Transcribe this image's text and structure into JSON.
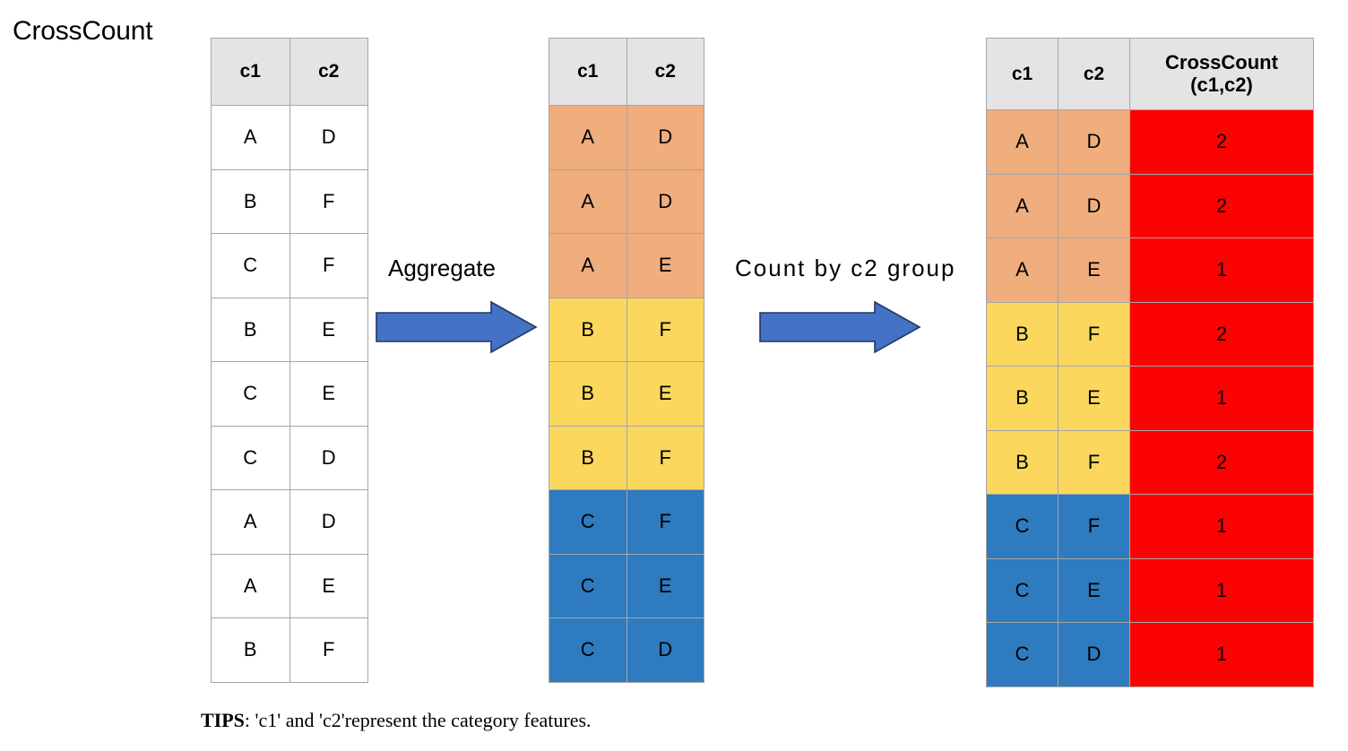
{
  "title": "CrossCount",
  "tips": {
    "label": "TIPS",
    "text": ": 'c1' and 'c2'represent the category features."
  },
  "colors": {
    "group_a": "#f0ad7d",
    "group_b": "#fcd75e",
    "group_c": "#2e7bbf",
    "count_cell": "#fb0303",
    "header": "#e4e4e4",
    "arrow": "#4472c4",
    "border": "#a6a6a6"
  },
  "arrows": [
    {
      "label": "Aggregate"
    },
    {
      "label": "Count by c2 group"
    }
  ],
  "tables": {
    "source": {
      "name": "source-table",
      "headers": [
        "c1",
        "c2"
      ],
      "rows": [
        {
          "c1": "A",
          "c2": "D"
        },
        {
          "c1": "B",
          "c2": "F"
        },
        {
          "c1": "C",
          "c2": "F"
        },
        {
          "c1": "B",
          "c2": "E"
        },
        {
          "c1": "C",
          "c2": "E"
        },
        {
          "c1": "C",
          "c2": "D"
        },
        {
          "c1": "A",
          "c2": "D"
        },
        {
          "c1": "A",
          "c2": "E"
        },
        {
          "c1": "B",
          "c2": "F"
        }
      ]
    },
    "aggregated": {
      "name": "aggregated-table",
      "headers": [
        "c1",
        "c2"
      ],
      "rows": [
        {
          "c1": "A",
          "c2": "D",
          "group": "a"
        },
        {
          "c1": "A",
          "c2": "D",
          "group": "a"
        },
        {
          "c1": "A",
          "c2": "E",
          "group": "a"
        },
        {
          "c1": "B",
          "c2": "F",
          "group": "b"
        },
        {
          "c1": "B",
          "c2": "E",
          "group": "b"
        },
        {
          "c1": "B",
          "c2": "F",
          "group": "b"
        },
        {
          "c1": "C",
          "c2": "F",
          "group": "c"
        },
        {
          "c1": "C",
          "c2": "E",
          "group": "c"
        },
        {
          "c1": "C",
          "c2": "D",
          "group": "c"
        }
      ]
    },
    "crosscount": {
      "name": "crosscount-table",
      "headers": [
        "c1",
        "c2",
        "CrossCount\n(c1,c2)"
      ],
      "header_cc_line1": "CrossCount",
      "header_cc_line2": "(c1,c2)",
      "rows": [
        {
          "c1": "A",
          "c2": "D",
          "count": "2",
          "group": "a"
        },
        {
          "c1": "A",
          "c2": "D",
          "count": "2",
          "group": "a"
        },
        {
          "c1": "A",
          "c2": "E",
          "count": "1",
          "group": "a"
        },
        {
          "c1": "B",
          "c2": "F",
          "count": "2",
          "group": "b"
        },
        {
          "c1": "B",
          "c2": "E",
          "count": "1",
          "group": "b"
        },
        {
          "c1": "B",
          "c2": "F",
          "count": "2",
          "group": "b"
        },
        {
          "c1": "C",
          "c2": "F",
          "count": "1",
          "group": "c"
        },
        {
          "c1": "C",
          "c2": "E",
          "count": "1",
          "group": "c"
        },
        {
          "c1": "C",
          "c2": "D",
          "count": "1",
          "group": "c"
        }
      ]
    }
  }
}
